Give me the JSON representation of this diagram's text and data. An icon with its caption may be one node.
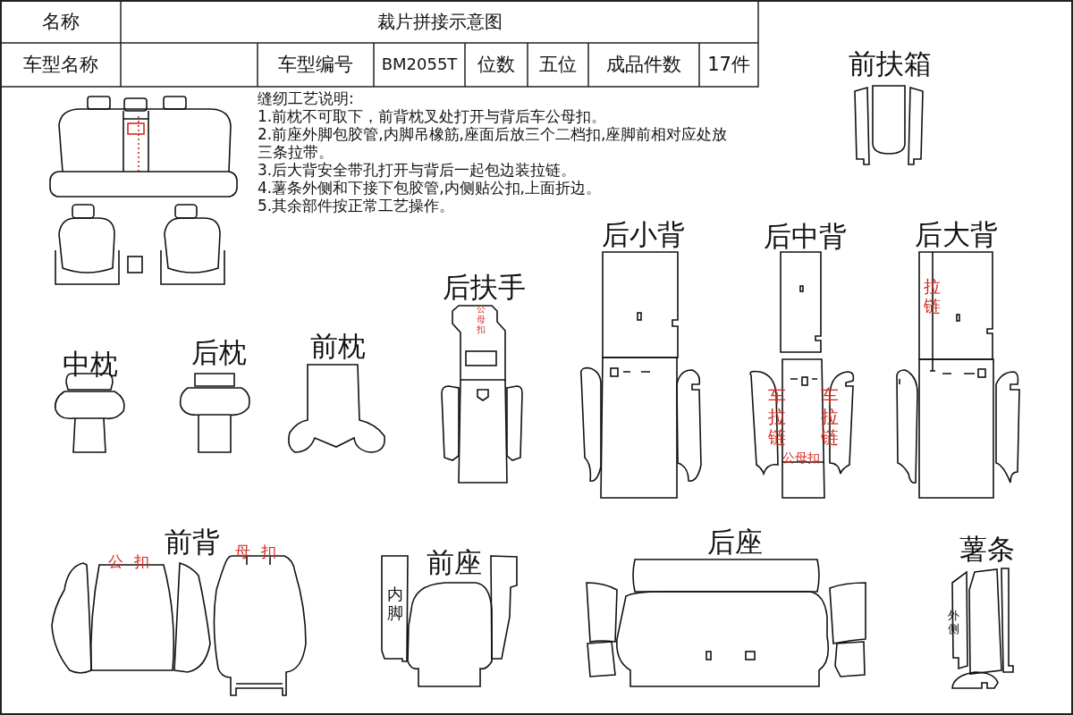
{
  "diagram": {
    "title": "裁片拼接示意图",
    "labels": [
      "名称",
      "车型名称",
      "车型编号",
      "BM2055T",
      "位数",
      "五位",
      "成品件数",
      "17件",
      "缝纫工艺说明:",
      "1.前枕不可取下，前背枕叉处打开与背后车公母扣。",
      "2.前座外脚包胶管,内脚吊橡筋,座面后放三个二档扣,座脚前相对应处放三条拉带。",
      "3.后大背安全带孔打开与背后一起包边装拉链。",
      "4.薯条外侧和下接下包胶管,内侧贴公扣,上面折边。",
      "5.其余部件按正常工艺操作。",
      "前扶箱",
      "后小背",
      "后中背",
      "后大背",
      "后扶手",
      "中枕",
      "后枕",
      "前枕",
      "前背",
      "前座",
      "后座",
      "薯条",
      "公母扣",
      "拉链",
      "车拉链",
      "车拉链",
      "公母扣",
      "公扣",
      "母扣",
      "内脚",
      "外侧"
    ]
  }
}
